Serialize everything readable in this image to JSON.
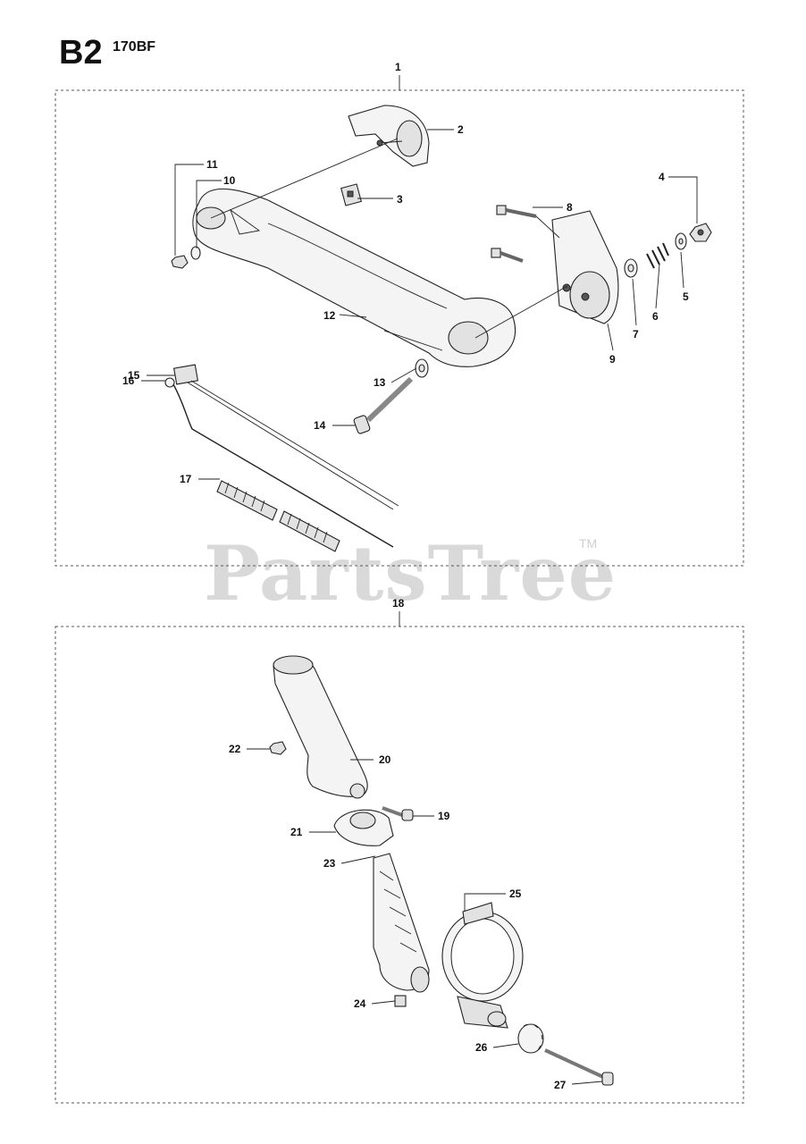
{
  "header": {
    "code": "B2",
    "model": "170BF"
  },
  "watermark": {
    "text": "PartsTree",
    "tm": "TM"
  },
  "assemblies": {
    "upper": {
      "callout": "1"
    },
    "lower": {
      "callout": "18"
    }
  },
  "callouts": {
    "p2": "2",
    "p3": "3",
    "p4": "4",
    "p5": "5",
    "p6": "6",
    "p7": "7",
    "p8": "8",
    "p9": "9",
    "p10": "10",
    "p11": "11",
    "p12": "12",
    "p13": "13",
    "p14": "14",
    "p15": "15",
    "p16": "16",
    "p17": "17",
    "p19": "19",
    "p20": "20",
    "p21": "21",
    "p22": "22",
    "p23": "23",
    "p24": "24",
    "p25": "25",
    "p26": "26",
    "p27": "27"
  }
}
